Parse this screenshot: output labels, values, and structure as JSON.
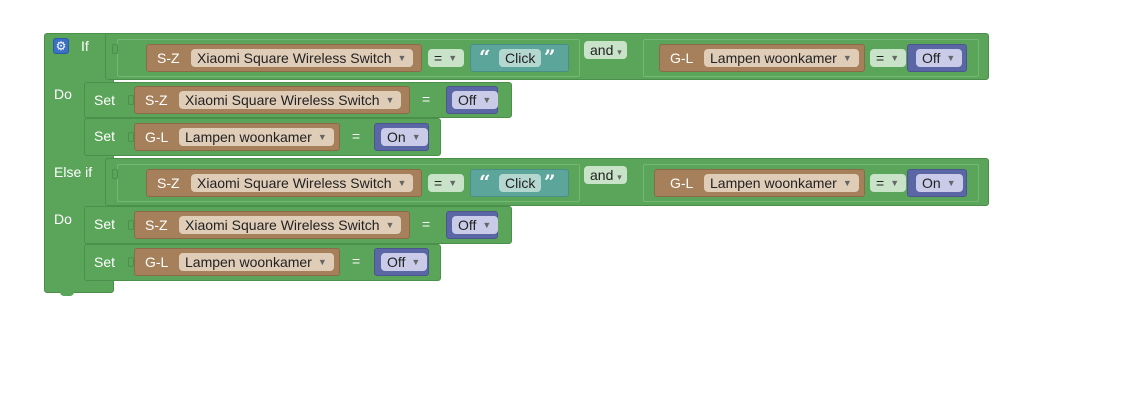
{
  "keywords": {
    "if": "If",
    "do": "Do",
    "else_if": "Else if",
    "set": "Set",
    "and": "and",
    "eq": "="
  },
  "if_condition": {
    "left": {
      "type": "S-Z",
      "device": "Xiaomi Square Wireless Switch",
      "op": "=",
      "value": "Click"
    },
    "join": "and",
    "right": {
      "type": "G-L",
      "device": "Lampen woonkamer",
      "op": "=",
      "value": "Off"
    }
  },
  "do_block_1": [
    {
      "type": "S-Z",
      "device": "Xiaomi Square Wireless Switch",
      "value": "Off"
    },
    {
      "type": "G-L",
      "device": "Lampen woonkamer",
      "value": "On"
    }
  ],
  "else_if_condition": {
    "left": {
      "type": "S-Z",
      "device": "Xiaomi Square Wireless Switch",
      "op": "=",
      "value": "Click"
    },
    "join": "and",
    "right": {
      "type": "G-L",
      "device": "Lampen woonkamer",
      "op": "=",
      "value": "On"
    }
  },
  "do_block_2": [
    {
      "type": "S-Z",
      "device": "Xiaomi Square Wireless Switch",
      "value": "Off"
    },
    {
      "type": "G-L",
      "device": "Lampen woonkamer",
      "value": "Off"
    }
  ],
  "icons": {
    "settings": "gear-icon",
    "dropdown": "dropdown-arrow-icon"
  }
}
